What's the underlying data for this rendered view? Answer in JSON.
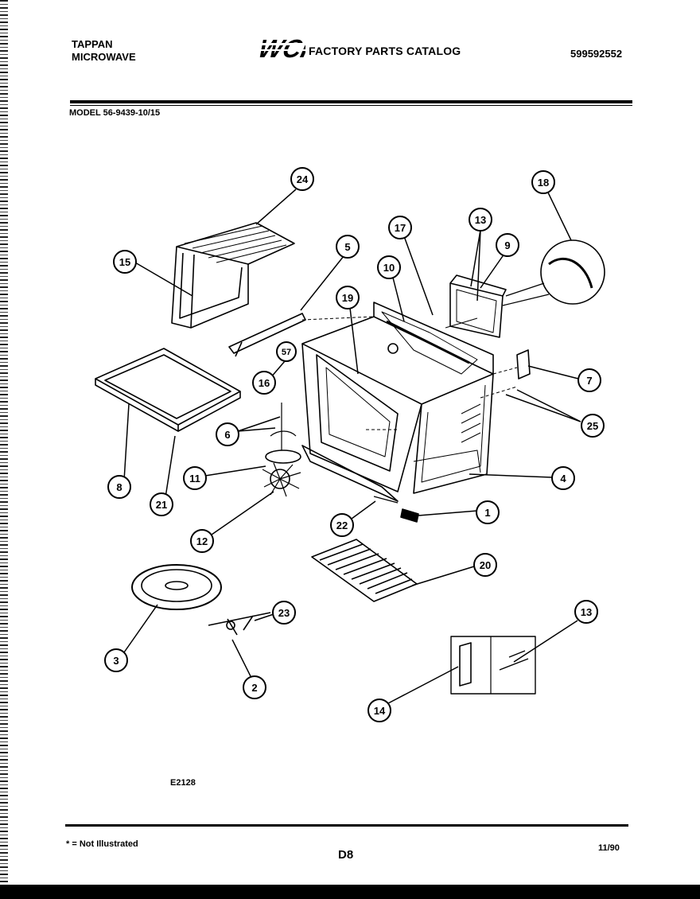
{
  "header": {
    "brand_line1": "TAPPAN",
    "brand_line2": "MICROWAVE",
    "logo_text": "WCI",
    "catalog_title": "FACTORY PARTS CATALOG",
    "catalog_number": "599592552",
    "model": "MODEL 56-9439-10/15"
  },
  "figure": {
    "code": "E2128",
    "callouts": [
      "24",
      "15",
      "5",
      "17",
      "13",
      "9",
      "18",
      "10",
      "19",
      "57",
      "16",
      "7",
      "25",
      "8",
      "6",
      "21",
      "11",
      "4",
      "1",
      "22",
      "12",
      "20",
      "3",
      "23",
      "13",
      "2",
      "14"
    ]
  },
  "footer": {
    "note": "* = Not Illustrated",
    "page_code": "D8",
    "date": "11/90"
  },
  "colors": {
    "ink": "#000000",
    "paper": "#ffffff"
  }
}
